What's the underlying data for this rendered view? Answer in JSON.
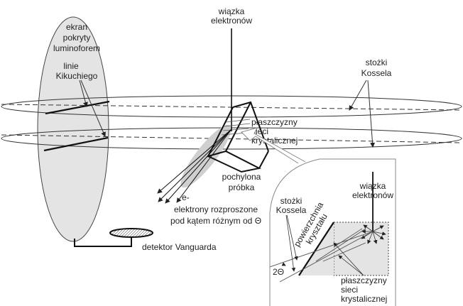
{
  "labels": {
    "screen": [
      "ekran",
      "pokryty",
      "luminoforem"
    ],
    "kikuchi": [
      "linie",
      "Kikuchiego"
    ],
    "beam": [
      "wiązka",
      "elektronów"
    ],
    "kossel_cones": [
      "stożki",
      "Kossela"
    ],
    "lattice_planes": [
      "płaszczyzny",
      "sieci",
      "krystalicznej"
    ],
    "sample": [
      "pochylona",
      "próbka"
    ],
    "electron": "e-",
    "scattered": [
      "elektrony rozproszone",
      "pod kątem różnym od Θ"
    ],
    "detector": "detektor Vanguarda"
  },
  "inset": {
    "beam": [
      "wiązka",
      "elektronów"
    ],
    "kossel_cones": [
      "stożki",
      "Kossela"
    ],
    "surface": [
      "powierzchnia",
      "kryształu"
    ],
    "angle": "2Θ",
    "lattice_planes": [
      "płaszczyzny",
      "sieci",
      "krystalicznej"
    ]
  },
  "colors": {
    "line": "#1a1a1a",
    "fill": "#e4e4e4",
    "blob": "#cfcfcf"
  }
}
